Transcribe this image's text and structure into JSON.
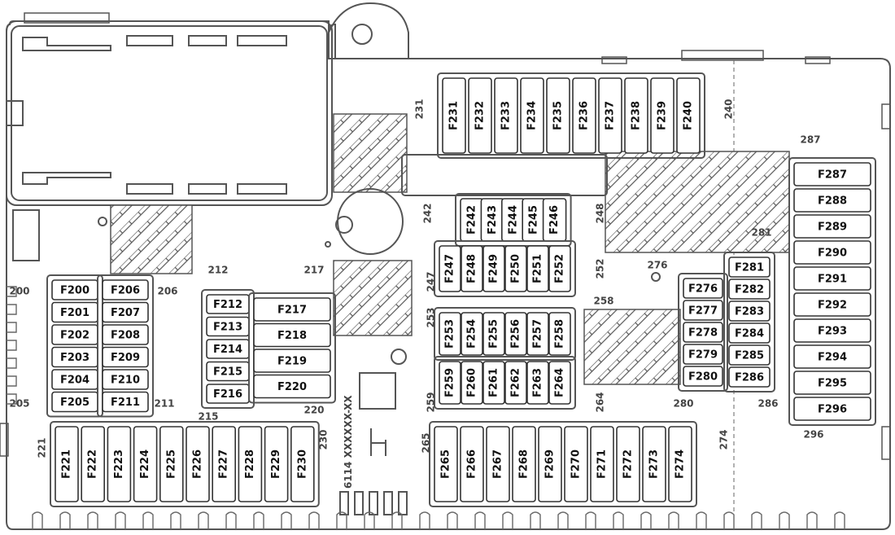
{
  "diagram": {
    "code_text": "6114 XXXXXX-XX",
    "fuse_groups": [
      {
        "name": "fuses-f200-f205",
        "labels": [
          "F200",
          "F201",
          "F202",
          "F203",
          "F204",
          "F205"
        ]
      },
      {
        "name": "fuses-f206-f211",
        "labels": [
          "F206",
          "F207",
          "F208",
          "F209",
          "F210",
          "F211"
        ]
      },
      {
        "name": "fuses-f212-f216",
        "labels": [
          "F212",
          "F213",
          "F214",
          "F215",
          "F216"
        ]
      },
      {
        "name": "fuses-f217-f220",
        "labels": [
          "F217",
          "F218",
          "F219",
          "F220"
        ]
      },
      {
        "name": "fuses-f221-f230",
        "labels": [
          "F221",
          "F222",
          "F223",
          "F224",
          "F225",
          "F226",
          "F227",
          "F228",
          "F229",
          "F230"
        ]
      },
      {
        "name": "fuses-f231-f240",
        "labels": [
          "F231",
          "F232",
          "F233",
          "F234",
          "F235",
          "F236",
          "F237",
          "F238",
          "F239",
          "F240"
        ]
      },
      {
        "name": "fuses-f242-f246",
        "labels": [
          "F242",
          "F243",
          "F244",
          "F245",
          "F246"
        ]
      },
      {
        "name": "fuses-f247-f252",
        "labels": [
          "F247",
          "F248",
          "F249",
          "F250",
          "F251",
          "F252"
        ]
      },
      {
        "name": "fuses-f253-f258",
        "labels": [
          "F253",
          "F254",
          "F255",
          "F256",
          "F257",
          "F258"
        ]
      },
      {
        "name": "fuses-f259-f264",
        "labels": [
          "F259",
          "F260",
          "F261",
          "F262",
          "F263",
          "F264"
        ]
      },
      {
        "name": "fuses-f265-f274",
        "labels": [
          "F265",
          "F266",
          "F267",
          "F268",
          "F269",
          "F270",
          "F271",
          "F272",
          "F273",
          "F274"
        ]
      },
      {
        "name": "fuses-f276-f280",
        "labels": [
          "F276",
          "F277",
          "F278",
          "F279",
          "F280"
        ]
      },
      {
        "name": "fuses-f281-f286",
        "labels": [
          "F281",
          "F282",
          "F283",
          "F284",
          "F285",
          "F286"
        ]
      },
      {
        "name": "fuses-f287-f296",
        "labels": [
          "F287",
          "F288",
          "F289",
          "F290",
          "F291",
          "F292",
          "F293",
          "F294",
          "F295",
          "F296"
        ]
      }
    ],
    "markers": [
      "200",
      "205",
      "206",
      "211",
      "212",
      "217",
      "215",
      "220",
      "221",
      "230",
      "231",
      "240",
      "242",
      "247",
      "248",
      "252",
      "253",
      "258",
      "259",
      "264",
      "265",
      "274",
      "276",
      "281",
      "280",
      "286",
      "287",
      "296"
    ]
  }
}
